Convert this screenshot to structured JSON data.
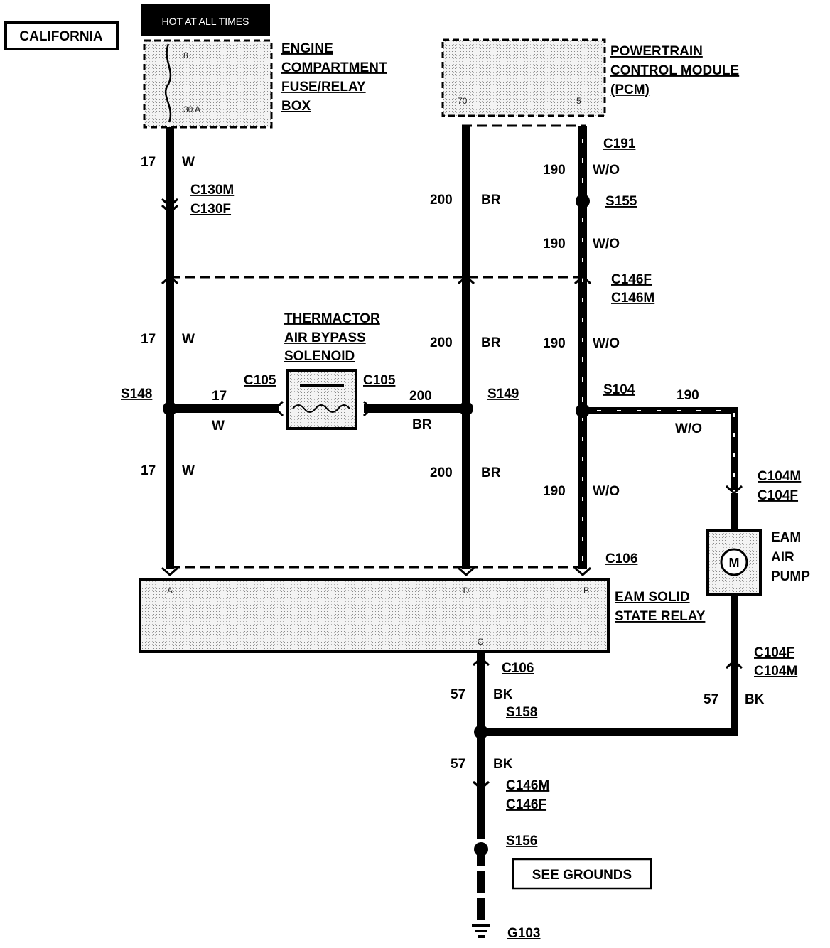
{
  "region_label": "CALIFORNIA",
  "hot_label": "HOT AT ALL TIMES",
  "fuse_box": {
    "lines": [
      "ENGINE",
      "COMPARTMENT",
      "FUSE/RELAY",
      "BOX"
    ],
    "pin": "8",
    "rating": "30 A"
  },
  "pcm": {
    "lines": [
      "POWERTRAIN",
      "CONTROL MODULE",
      "(PCM)"
    ],
    "pin_left": "70",
    "pin_right": "5"
  },
  "solenoid": {
    "lines": [
      "THERMACTOR",
      "AIR BYPASS",
      "SOLENOID"
    ]
  },
  "relay": {
    "lines": [
      "EAM SOLID",
      "STATE RELAY"
    ],
    "pin_a": "A",
    "pin_d": "D",
    "pin_b": "B",
    "pin_c": "C"
  },
  "pump": {
    "lines": [
      "EAM",
      "AIR",
      "PUMP"
    ],
    "motor": "M"
  },
  "connectors": {
    "c130": [
      "C130M",
      "C130F"
    ],
    "c191": "C191",
    "c146_top": [
      "C146F",
      "C146M"
    ],
    "c105_left": "C105",
    "c105_right": "C105",
    "c104_top": [
      "C104M",
      "C104F"
    ],
    "c106_top": "C106",
    "c106_bottom": "C106",
    "c104_bottom": [
      "C104F",
      "C104M"
    ],
    "c146_bottom": [
      "C146M",
      "C146F"
    ]
  },
  "splices": {
    "s148": "S148",
    "s149": "S149",
    "s104": "S104",
    "s155": "S155",
    "s158": "S158",
    "s156": "S156"
  },
  "ground": "G103",
  "see_grounds": "SEE GROUNDS",
  "wires": {
    "w1_top": {
      "circuit": "17",
      "color": "W"
    },
    "w1_mid": {
      "circuit": "17",
      "color": "W"
    },
    "w1_low": {
      "circuit": "17",
      "color": "W"
    },
    "w1_horiz": {
      "circuit": "17",
      "color": "W"
    },
    "w2_top": {
      "circuit": "200",
      "color": "BR"
    },
    "w2_mid": {
      "circuit": "200",
      "color": "BR"
    },
    "w2_low": {
      "circuit": "200",
      "color": "BR"
    },
    "w2_horiz": {
      "circuit": "200",
      "color": "BR"
    },
    "w3_a": {
      "circuit": "190",
      "color": "W/O"
    },
    "w3_b": {
      "circuit": "190",
      "color": "W/O"
    },
    "w3_c": {
      "circuit": "190",
      "color": "W/O"
    },
    "w3_d": {
      "circuit": "190",
      "color": "W/O"
    },
    "w3_horiz": {
      "circuit": "190",
      "color": "W/O"
    },
    "w4_a": {
      "circuit": "57",
      "color": "BK"
    },
    "w4_b": {
      "circuit": "57",
      "color": "BK"
    },
    "w4_pump": {
      "circuit": "57",
      "color": "BK"
    }
  }
}
